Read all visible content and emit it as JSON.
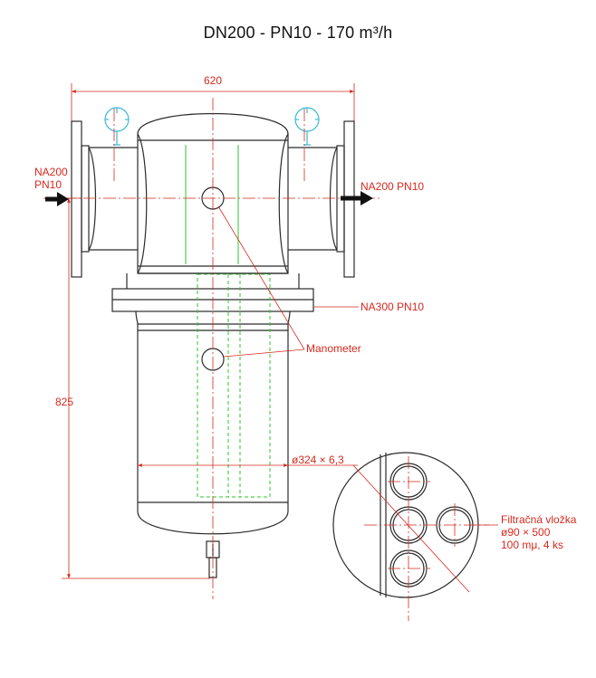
{
  "title": "DN200 - PN10 - 170 m³/h",
  "labels": {
    "width_dim": "620",
    "height_dim": "825",
    "inlet_line1": "NA200",
    "inlet_line2": "PN10",
    "outlet": "NA200 PN10",
    "flange": "NA300 PN10",
    "manometer": "Manometer",
    "body_dim": "ø324 × 6,3",
    "cartridge_title": "Filtračná vložka",
    "cartridge_size": "ø90 × 500",
    "cartridge_spec": "100 mμ, 4 ks"
  },
  "colors": {
    "outline": "#2b2b2b",
    "dimension": "#d42a1e",
    "cartridge": "#2cc52c",
    "gauge": "#3ab8d6"
  }
}
